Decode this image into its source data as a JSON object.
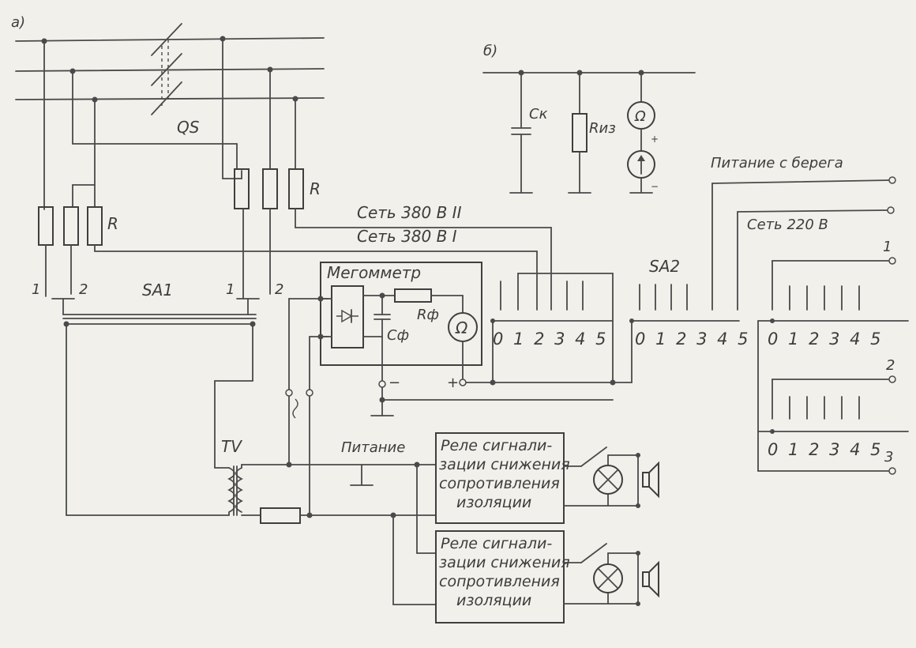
{
  "panel_a_label": "а)",
  "panel_b_label": "б)",
  "qs_label": "QS",
  "r_label": "R",
  "sa1_label": "SA1",
  "sa1_pos1": "1",
  "sa1_pos2": "2",
  "net_380_2": "Сеть  380 В  II",
  "net_380_1": "Сеть  380 В  I",
  "megohmmeter_label": "Мегомметр",
  "cf_label": "Сф",
  "rf_label": "Rф",
  "plus": "+",
  "minus": "−",
  "ohm_symbol": "Ω",
  "tv_label": "TV",
  "power_label": "Питание",
  "relay_lines": [
    "Реле сигнали-",
    "зации снижения",
    "сопротивления",
    "изоляции"
  ],
  "sa2_label": "SA2",
  "switch_positions": "0 1 2 3 4 5",
  "shore_power": "Питание с берега",
  "net_220": "Сеть  220 В",
  "out_1": "1",
  "out_2": "2",
  "out_3": "3",
  "ck_label": "Ск",
  "riz_label": "Rиз"
}
